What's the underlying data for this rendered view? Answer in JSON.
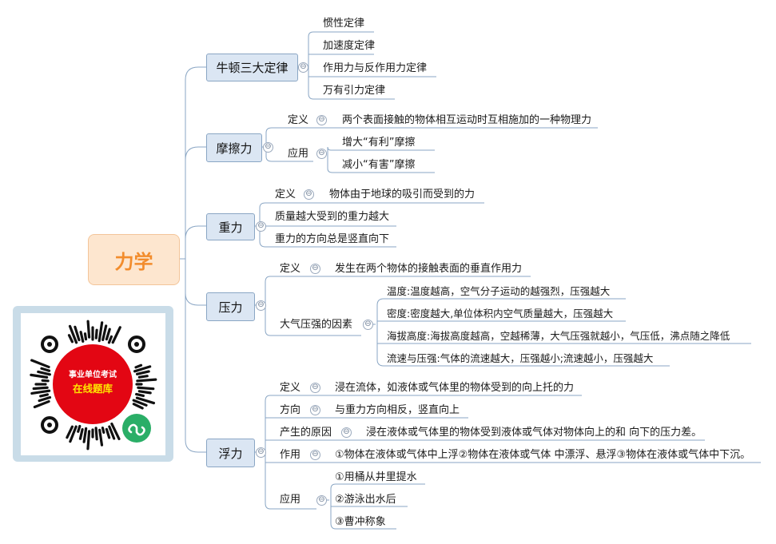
{
  "root": {
    "label": "力学"
  },
  "collapse_symbol": "⊖",
  "branches": {
    "newton": {
      "label": "牛顿三大定律",
      "items": [
        "惯性定律",
        "加速度定律",
        "作用力与反作用力定律",
        "万有引力定律"
      ]
    },
    "friction": {
      "label": "摩擦力",
      "def_label": "定义",
      "def_text": "两个表面接触的物体相互运动时互相施加的一种物理力",
      "app_label": "应用",
      "app_items": [
        "增大“有利”摩擦",
        "减小“有害”摩擦"
      ]
    },
    "gravity": {
      "label": "重力",
      "def_label": "定义",
      "def_text": "物体由于地球的吸引而受到的力",
      "items": [
        "质量越大受到的重力越大",
        "重力的方向总是竖直向下"
      ]
    },
    "pressure": {
      "label": "压力",
      "def_label": "定义",
      "def_text": "发生在两个物体的接触表面的垂直作用力",
      "factor_label": "大气压强的因素",
      "factors": [
        "温度:温度越高，空气分子运动的越强烈，压强越大",
        "密度:密度越大,单位体积内空气质量越大，压强越大",
        "海拔高度:海拔高度越高，空越稀薄，大气压强就越小，气压低，沸点随之降低",
        "流速与压强:气体的流速越大，压强越小;流速越小，压强越大"
      ]
    },
    "buoyancy": {
      "label": "浮力",
      "def_label": "定义",
      "def_text": "浸在流体，如液体或气体里的物体受到的向上托的力",
      "dir_label": "方向",
      "dir_text": "与重力方向相反，竖直向上",
      "cause_label": "产生的原因",
      "cause_text": "浸在液体或气体里的物体受到液体或气体对物体向上的和 向下的压力差。",
      "effect_label": "作用",
      "effect_text": "①物体在液体或气体中上浮②物体在液体或气体 中漂浮、悬浮③物体在液体或气体中下沉。",
      "app_label": "应用",
      "app_items": [
        "①用桶从井里提水",
        "②游泳出水后",
        "③曹冲称象"
      ]
    }
  },
  "qr": {
    "line1": "事业单位考试",
    "line2": "在线题库",
    "colors": {
      "frame": "#c9dce8",
      "badge": "#e30613",
      "badge_text2": "#ffe600",
      "wechat": "#2aae67"
    }
  },
  "colors": {
    "line": "#8aa6c4",
    "node_fill": "#dbe6f3",
    "root_fill": "#fde6cf",
    "root_text": "#f28c2c"
  }
}
